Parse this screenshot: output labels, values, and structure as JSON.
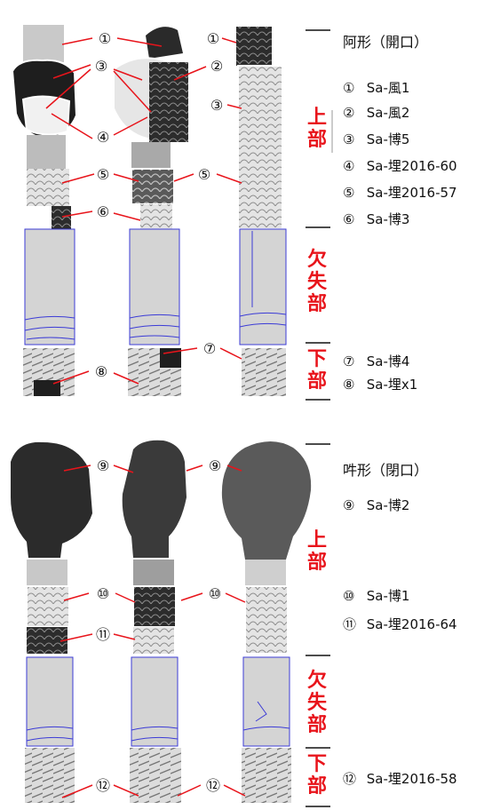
{
  "figure": {
    "open_mouth_title": "阿形（開口）",
    "closed_mouth_title": "吽形（閉口）",
    "section_labels": {
      "upper": "上部",
      "missing": "欠失部",
      "lower": "下部"
    },
    "colors": {
      "section_label": "#e8141b",
      "missing_outline": "#3b3bd6",
      "missing_fill": "#d4d4d4",
      "callout_line": "#e8141b",
      "fragment_outline": "#ffffff"
    },
    "legend_open": [
      {
        "num": "①",
        "label": "Sa-風1"
      },
      {
        "num": "②",
        "label": "Sa-風2"
      },
      {
        "num": "③",
        "label": "Sa-博5"
      },
      {
        "num": "④",
        "label": "Sa-埋2016-60"
      },
      {
        "num": "⑤",
        "label": "Sa-埋2016-57"
      },
      {
        "num": "⑥",
        "label": "Sa-博3"
      },
      {
        "num": "⑦",
        "label": "Sa-博4"
      },
      {
        "num": "⑧",
        "label": "Sa-埋x1"
      }
    ],
    "legend_closed": [
      {
        "num": "⑨",
        "label": "Sa-博2"
      },
      {
        "num": "⑩",
        "label": "Sa-博1"
      },
      {
        "num": "⑪",
        "label": "Sa-埋2016-64"
      },
      {
        "num": "⑫",
        "label": "Sa-埋2016-58"
      }
    ]
  }
}
